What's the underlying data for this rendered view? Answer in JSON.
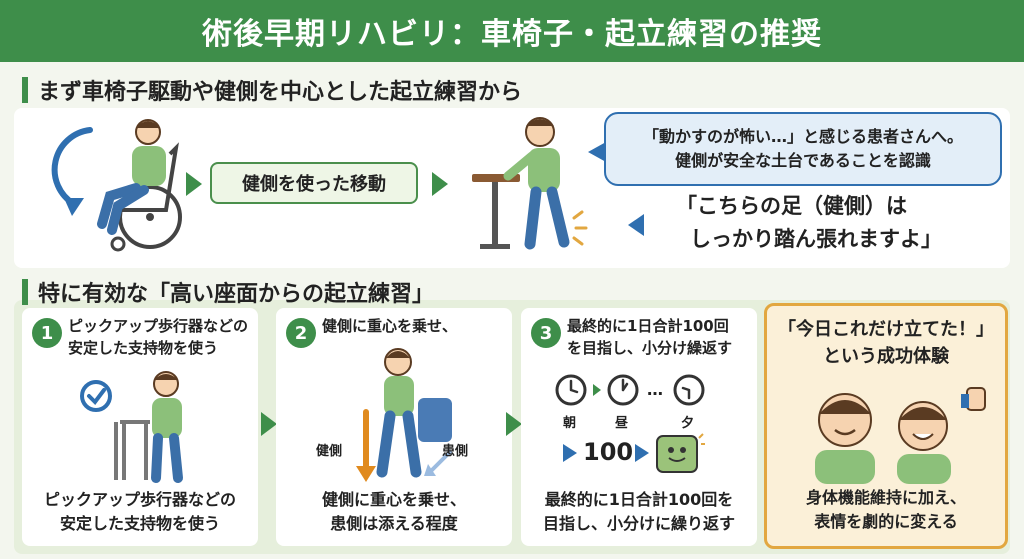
{
  "header": {
    "title": "術後早期リハビリ：車椅子・起立練習の推奨"
  },
  "section1": {
    "title": "まず車椅子駆動や健側を中心とした起立練習から",
    "pill": "健側を使った移動",
    "bubble": {
      "line1": "「動かすのが怖い…」と感じる患者さんへ。",
      "line2": "健側が安全な土台であることを認識"
    },
    "quote": {
      "line1": "「こちらの足（健側）は",
      "line2": "しっかり踏ん張れますよ」"
    }
  },
  "section2": {
    "title": "特に有効な「高い座面からの起立練習」",
    "steps": [
      {
        "number": "1",
        "head_line1": "ピックアップ歩行器などの",
        "head_line2": "安定した支持物を使う",
        "foot_line1": "ピックアップ歩行器などの",
        "foot_line2": "安定した支持物を使う"
      },
      {
        "number": "2",
        "head_line1": "健側に重心を乗せ、",
        "label_left": "健側",
        "label_right": "患側",
        "foot_line1": "健側に重心を乗せ、",
        "foot_line2": "患側は添える程度"
      },
      {
        "number": "3",
        "head_line1": "最終的に1日合計100回",
        "head_line2": "を目指し、小分け繰返す",
        "time_morning": "朝",
        "time_noon": "昼",
        "time_evening": "夕",
        "ellipsis": "…",
        "count": "100",
        "foot_line1": "最終的に1日合計100回を",
        "foot_line2": "目指し、小分けに繰り返す"
      }
    ],
    "success": {
      "head_line1": "「今日これだけ立てた！」",
      "head_line2": "という成功体験",
      "foot_line1": "身体機能維持に加え、",
      "foot_line2": "表情を劇的に変える"
    }
  },
  "colors": {
    "primary_green": "#3e8e4a",
    "accent_blue": "#2f6fb0",
    "accent_orange": "#e2a740"
  }
}
